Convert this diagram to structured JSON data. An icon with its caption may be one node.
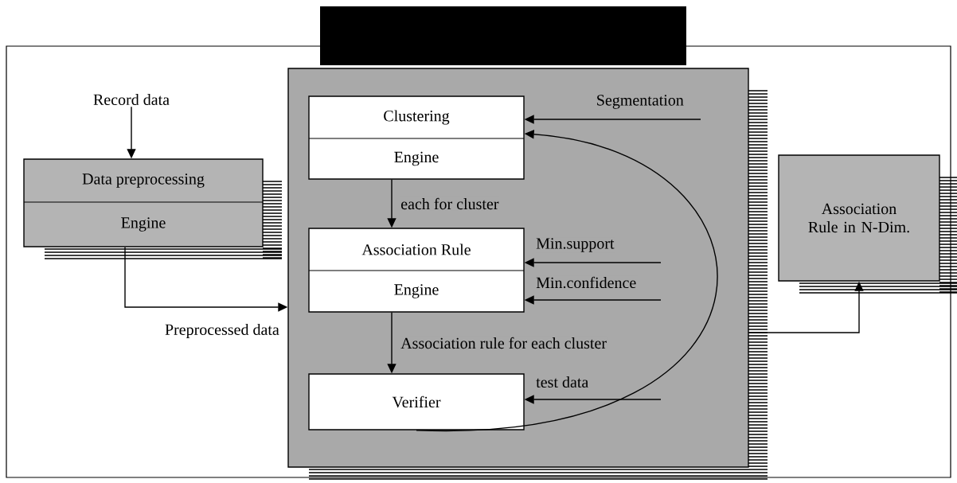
{
  "diagram": {
    "nodes": [
      {
        "text": [
          "Record data"
        ]
      },
      {
        "text": [
          "Data preprocessing",
          "Engine"
        ]
      },
      {
        "text": [],
        "shape": "box"
      },
      {
        "text": [
          "Clustering",
          "Engine"
        ],
        "in": 2
      },
      {
        "text": [
          "Association Rule",
          "Engine"
        ],
        "in": 2
      },
      {
        "text": [
          "Verifier"
        ],
        "in": 2
      },
      {
        "text": [
          "Association Rule in N-Dim."
        ]
      }
    ],
    "edges": [
      {
        "from": 0,
        "to": 1,
        "arrow": "to"
      },
      {
        "from": 1,
        "to": 2,
        "arrow": "to",
        "label": "Preprocessed data"
      },
      {
        "from": 3,
        "to": 4,
        "arrow": "to",
        "label": "each for cluster"
      },
      {
        "from": 4,
        "to": 5,
        "arrow": "to",
        "label": "Association rule for each cluster"
      },
      {
        "from": 2,
        "to": 6,
        "arrow": "to"
      },
      {
        "from": null,
        "to": 3,
        "arrow": "to",
        "label": "Segmentation"
      },
      {
        "from": null,
        "to": 4,
        "arrow": "to",
        "label": "Min.support"
      },
      {
        "from": null,
        "to": 4,
        "arrow": "to",
        "label": "Min.confidence"
      },
      {
        "from": null,
        "to": 5,
        "arrow": "to",
        "label": "test data"
      },
      {
        "from": 5,
        "to": 3,
        "arrow": "to"
      }
    ]
  }
}
